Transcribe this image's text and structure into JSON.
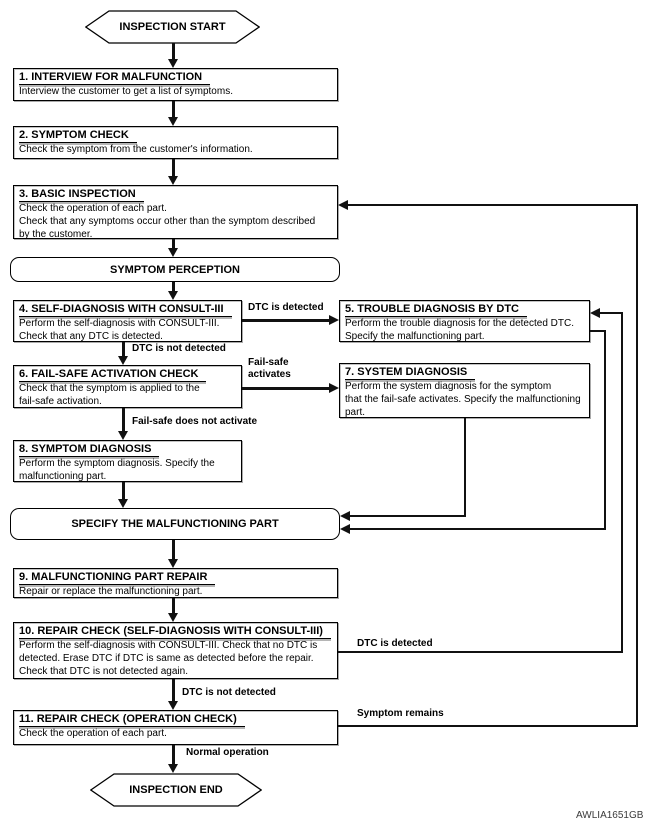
{
  "colors": {
    "background": "#ffffff",
    "line": "#111111",
    "box_border": "#000000",
    "box_shadow": "#aaaaaa"
  },
  "terminators": {
    "start": "INSPECTION START",
    "end": "INSPECTION END"
  },
  "connectors": {
    "symptom_perception": "SYMPTOM PERCEPTION",
    "specify_part": "SPECIFY THE MALFUNCTIONING PART"
  },
  "steps": [
    {
      "title": "1. INTERVIEW FOR MALFUNCTION",
      "body": "Interview the customer to get a list of symptoms."
    },
    {
      "title": "2. SYMPTOM CHECK",
      "body": "Check the symptom from the customer's information."
    },
    {
      "title": "3. BASIC INSPECTION",
      "body": "Check the operation of each part.\nCheck that any symptoms occur other than the symptom described\nby the customer."
    },
    {
      "title": "4. SELF-DIAGNOSIS WITH CONSULT-III",
      "body": "Perform the self-diagnosis with CONSULT-III.\nCheck that any DTC is detected."
    },
    {
      "title": "5. TROUBLE DIAGNOSIS BY DTC",
      "body": "Perform the trouble diagnosis for the detected DTC.\nSpecify the malfunctioning part."
    },
    {
      "title": "6. FAIL-SAFE ACTIVATION CHECK",
      "body": "Check that the symptom is applied to the\nfail-safe activation."
    },
    {
      "title": "7. SYSTEM DIAGNOSIS",
      "body": "Perform the system diagnosis for the symptom\nthat the fail-safe activates. Specify the malfunctioning\npart."
    },
    {
      "title": "8. SYMPTOM DIAGNOSIS",
      "body": "Perform the symptom diagnosis. Specify the\nmalfunctioning part."
    },
    {
      "title": "9. MALFUNCTIONING PART REPAIR",
      "body": "Repair or replace the malfunctioning part."
    },
    {
      "title": "10. REPAIR CHECK (SELF-DIAGNOSIS WITH CONSULT-III)",
      "body": "Perform the self-diagnosis with CONSULT-III. Check that no DTC is\ndetected. Erase DTC if DTC is same as detected before the repair.\nCheck that DTC is not detected again."
    },
    {
      "title": "11. REPAIR CHECK (OPERATION CHECK)",
      "body": "Check the operation of each part."
    }
  ],
  "edge_labels": {
    "dtc_detected_4to5": "DTC is detected",
    "dtc_not_detected_4to6": "DTC is not detected",
    "fail_safe_activates": "Fail-safe\nactivates",
    "fail_safe_not_activate": "Fail-safe does not activate",
    "dtc_detected_10loop": "DTC is detected",
    "dtc_not_detected_10to11": "DTC is not detected",
    "symptom_remains": "Symptom remains",
    "normal_operation": "Normal operation"
  },
  "watermark": "AWLIA1651GB"
}
